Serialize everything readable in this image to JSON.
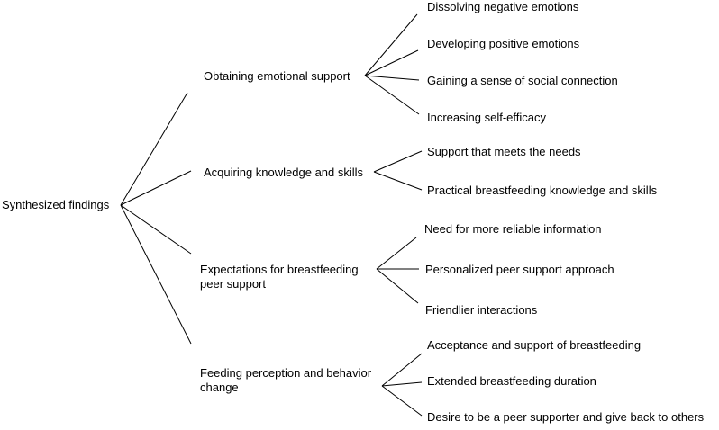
{
  "root": "Synthesized findings",
  "themes": [
    {
      "label": "Obtaining emotional support",
      "items": [
        "Dissolving negative emotions",
        "Developing positive emotions",
        "Gaining a sense of social connection",
        "Increasing self-efficacy"
      ]
    },
    {
      "label": "Acquiring knowledge and skills",
      "items": [
        "Support that meets the needs",
        "Practical breastfeeding knowledge and skills"
      ]
    },
    {
      "label": "Expectations for breastfeeding peer support",
      "items": [
        "Need for more reliable information",
        "Personalized  peer support approach",
        "Friendlier interactions"
      ]
    },
    {
      "label": "Feeding perception and behavior change",
      "items": [
        "Acceptance and support of breastfeeding",
        "Extended breastfeeding duration",
        "Desire to be a peer supporter and give back to others"
      ]
    }
  ]
}
